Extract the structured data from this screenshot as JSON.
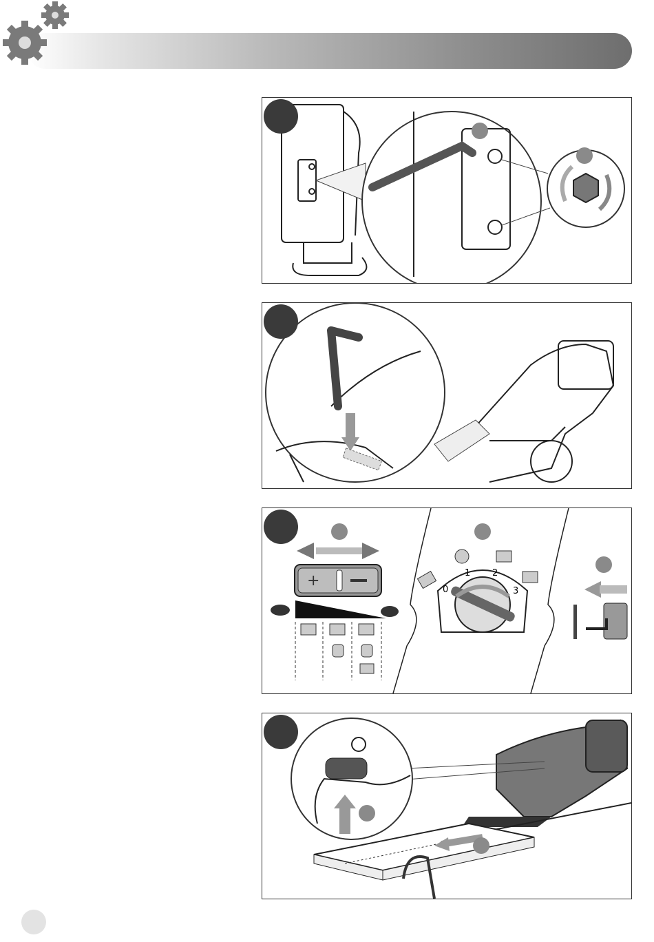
{
  "header": {
    "title": ""
  },
  "panels": [
    {
      "step": "",
      "callouts": [
        "",
        ""
      ]
    },
    {
      "step": ""
    },
    {
      "step": "",
      "callouts": [
        "",
        "",
        ""
      ],
      "dial_marks": [
        "0",
        "1",
        "2",
        "3"
      ]
    },
    {
      "step": "",
      "callouts": [
        "",
        ""
      ]
    }
  ],
  "icons": {
    "gears": "gears-icon",
    "hex_key": "hex-key-icon",
    "rotate": "rotate-arrows-icon",
    "speed_fast": "rabbit-icon",
    "speed_slow": "turtle-icon"
  },
  "colors": {
    "panel_border": "#333333",
    "badge": "#3a3a3a",
    "callout": "#8a8a8a"
  },
  "page": {
    "number": ""
  }
}
